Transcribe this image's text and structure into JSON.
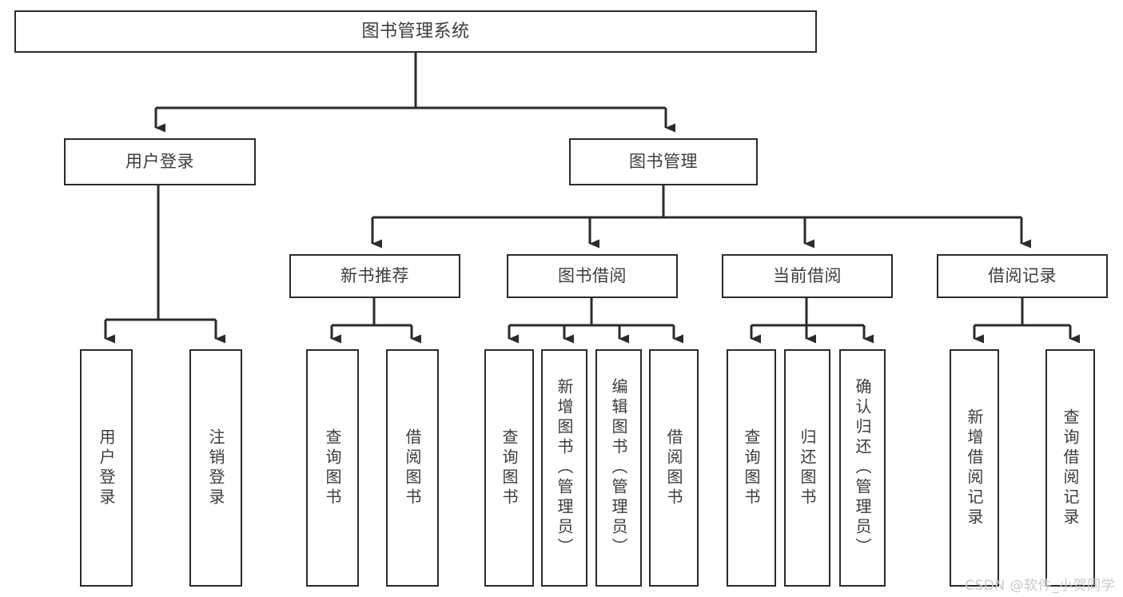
{
  "diagram": {
    "type": "tree",
    "title": "图书管理系统",
    "stroke_color": "#2b2b2b",
    "text_color": "#3c3c3c",
    "background_color": "#ffffff",
    "nodes": {
      "root": {
        "label": "图书管理系统"
      },
      "level2": [
        {
          "id": "user-login",
          "label": "用户登录"
        },
        {
          "id": "book-manage",
          "label": "图书管理"
        }
      ],
      "level3": [
        {
          "id": "new-book-recommend",
          "label": "新书推荐"
        },
        {
          "id": "book-borrow",
          "label": "图书借阅"
        },
        {
          "id": "current-borrow",
          "label": "当前借阅"
        },
        {
          "id": "borrow-record",
          "label": "借阅记录"
        }
      ],
      "leaves": [
        {
          "id": "leaf-user-login",
          "label": "用户登录",
          "parent": "user-login"
        },
        {
          "id": "leaf-logout-login",
          "label": "注销登录",
          "parent": "user-login"
        },
        {
          "id": "leaf-query-book-1",
          "label": "查询图书",
          "parent": "new-book-recommend"
        },
        {
          "id": "leaf-borrow-book-1",
          "label": "借阅图书",
          "parent": "new-book-recommend"
        },
        {
          "id": "leaf-query-book-2",
          "label": "查询图书",
          "parent": "book-borrow"
        },
        {
          "id": "leaf-add-book",
          "label": "新增图书（管理员）",
          "parent": "book-borrow"
        },
        {
          "id": "leaf-edit-book",
          "label": "编辑图书（管理员）",
          "parent": "book-borrow"
        },
        {
          "id": "leaf-borrow-book-2",
          "label": "借阅图书",
          "parent": "book-borrow"
        },
        {
          "id": "leaf-query-book-3",
          "label": "查询图书",
          "parent": "current-borrow"
        },
        {
          "id": "leaf-return-book",
          "label": "归还图书",
          "parent": "current-borrow"
        },
        {
          "id": "leaf-confirm-return",
          "label": "确认归还（管理员）",
          "parent": "current-borrow"
        },
        {
          "id": "leaf-add-record",
          "label": "新增借阅记录",
          "parent": "borrow-record"
        },
        {
          "id": "leaf-query-record",
          "label": "查询借阅记录",
          "parent": "borrow-record"
        }
      ]
    }
  },
  "watermark": {
    "text": "CSDN @软件_小贺同学"
  }
}
